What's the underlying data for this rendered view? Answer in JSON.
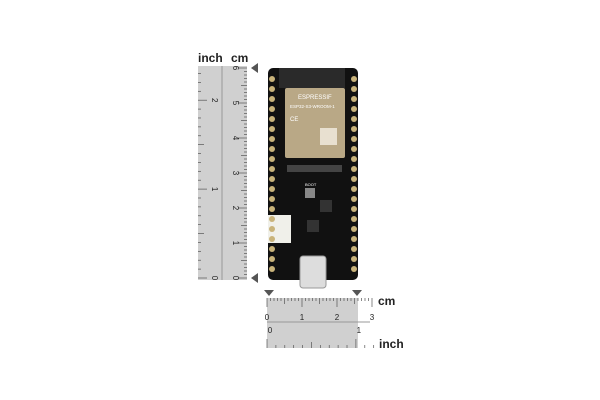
{
  "vertical_ruler": {
    "inch_label": "inch",
    "cm_label": "cm",
    "cm_ticks": [
      "0",
      "1",
      "2",
      "3",
      "4",
      "5",
      "6"
    ],
    "inch_ticks": [
      "0",
      "1",
      "2"
    ]
  },
  "horizontal_ruler": {
    "cm_label": "cm",
    "inch_label": "inch",
    "cm_ticks": [
      "0",
      "1",
      "2",
      "3"
    ],
    "inch_ticks": [
      "0",
      "1"
    ]
  },
  "board": {
    "module_brand": "ESPRESSIF",
    "module_model": "ESP32-S3-WROOM-1",
    "ce_mark": "CE",
    "button_label": "BOOT"
  },
  "colors": {
    "ruler": "#cfcfcf",
    "pcb": "#111111",
    "module": "#b9a886",
    "marker": "#555555"
  }
}
